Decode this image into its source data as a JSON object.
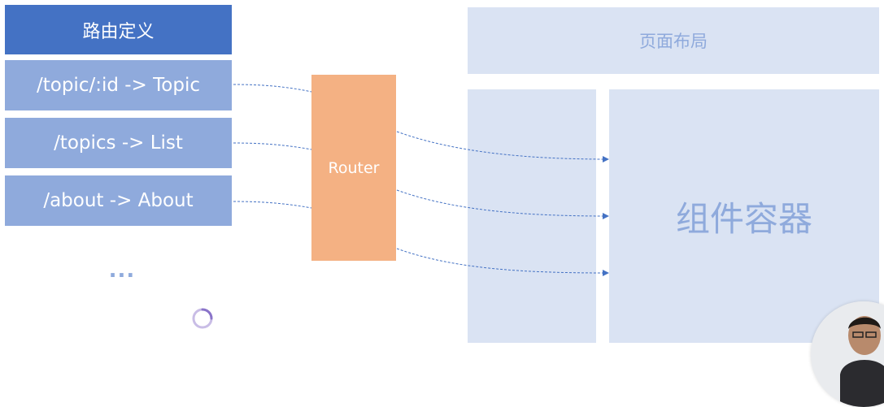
{
  "route_definition": {
    "title": "路由定义",
    "routes": [
      "/topic/:id -> Topic",
      "/topics -> List",
      "/about -> About"
    ],
    "more": "..."
  },
  "router": {
    "label": "Router"
  },
  "page_layout": {
    "header_label": "页面布局",
    "container_label": "组件容器"
  },
  "colors": {
    "header_blue": "#4472c4",
    "route_blue": "#8faadc",
    "router_orange": "#f4b183",
    "layout_light": "#dae3f3",
    "connector": "#4472c4"
  },
  "icons": {
    "loading": "loading-spinner-icon",
    "presenter": "presenter-avatar"
  }
}
